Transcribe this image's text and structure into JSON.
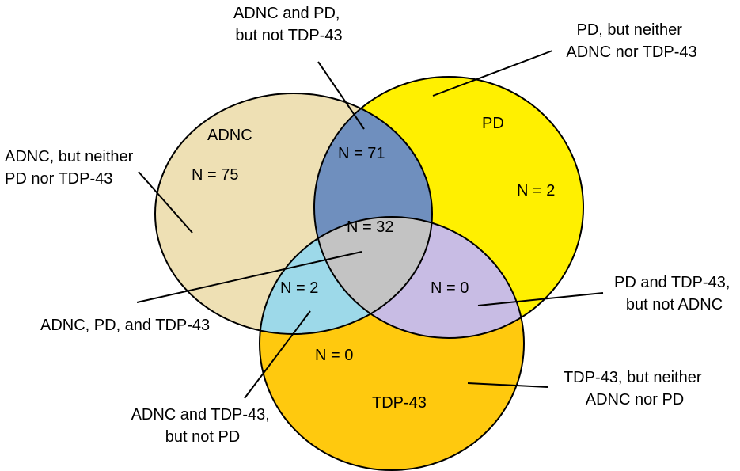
{
  "diagram": {
    "sets": {
      "adnc": {
        "name": "ADNC",
        "only_count": "N = 75",
        "color": "#EEE0B4"
      },
      "pd": {
        "name": "PD",
        "only_count": "N = 2",
        "color": "#FFF000"
      },
      "tdp": {
        "name": "TDP-43",
        "only_count": "N = 0",
        "color": "#FFC90E"
      }
    },
    "regions": {
      "adnc_pd": {
        "count": "N = 71",
        "color": "#6F8FBE"
      },
      "adnc_tdp": {
        "count": "N = 2",
        "color": "#9DD9E9"
      },
      "pd_tdp": {
        "count": "N = 0",
        "color": "#C8BCE4"
      },
      "all_three": {
        "count": "N = 32",
        "color": "#C3C3C3"
      }
    },
    "callouts": {
      "adnc_pd": [
        "ADNC and PD,",
        "but not TDP-43"
      ],
      "pd_only": [
        "PD, but neither",
        "ADNC nor TDP-43"
      ],
      "adnc_only": [
        "ADNC, but neither",
        "PD nor TDP-43"
      ],
      "pd_tdp": [
        "PD and TDP-43,",
        "but not ADNC"
      ],
      "all_three": [
        "ADNC, PD, and TDP-43"
      ],
      "tdp_only": [
        "TDP-43, but neither",
        "ADNC nor PD"
      ],
      "adnc_tdp": [
        "ADNC and TDP-43,",
        "but not PD"
      ]
    }
  }
}
